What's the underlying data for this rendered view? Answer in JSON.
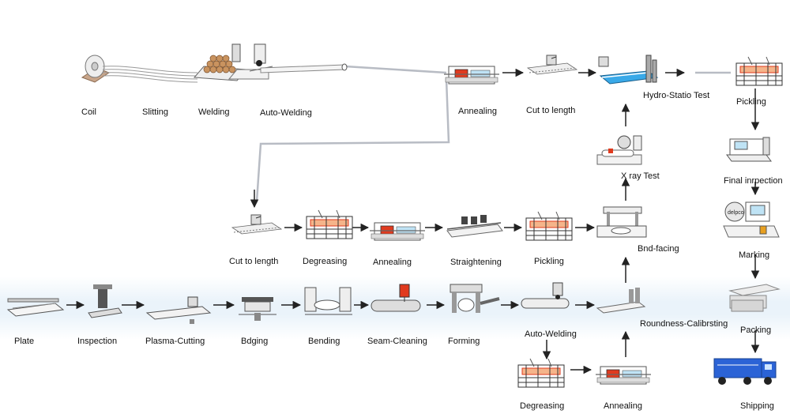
{
  "colors": {
    "line": "#b8bcc4",
    "arrow": "#222222",
    "accent": "#e03a1e",
    "water": "#39a9e8",
    "truck": "#2b63d6",
    "band": "#eaf3fa"
  },
  "labels": {
    "coil": "Coil",
    "slitting": "Slitting",
    "welding": "Welding",
    "auto_welding_top": "Auto-Welding",
    "annealing_top": "Annealing",
    "cut_to_length_top": "Cut to length",
    "hydro": "Hydro-Statio Test",
    "pickling_top": "Pickling",
    "final_inspection": "Final inrpection",
    "marking": "Marking",
    "packing": "Packing",
    "shipping": "Shipping",
    "xray": "X ray Test",
    "bnd_facing": "Bnd-facing",
    "cut_to_length_mid": "Cut to length",
    "degreasing_mid": "Degreasing",
    "annealing_mid": "Annealing",
    "straightening": "Straightening",
    "pickling_mid": "Pickling",
    "plate": "Plate",
    "inspection": "Inspection",
    "plasma_cutting": "Plasma-Cutting",
    "edging": "Bdging",
    "bending": "Bending",
    "seam_cleaning": "Seam-Cleaning",
    "forming": "Forming",
    "auto_welding_bottom": "Auto-Welding",
    "roundness": "Roundness-Calibrsting",
    "degreasing_bottom": "Degreasing",
    "annealing_bottom": "Annealing",
    "brand_tag": "delpco"
  }
}
